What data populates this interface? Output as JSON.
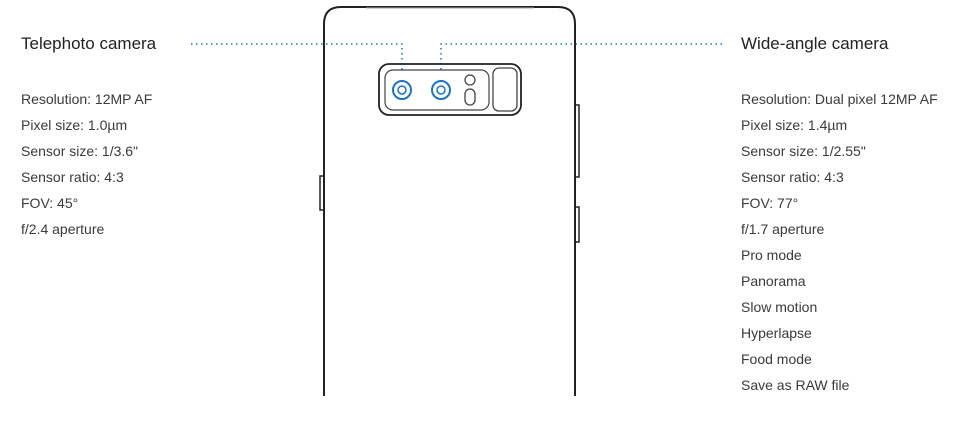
{
  "telephoto": {
    "title": "Telephoto camera",
    "specs": [
      "Resolution: 12MP AF",
      "Pixel size: 1.0µm",
      "Sensor size: 1/3.6\"",
      "Sensor ratio: 4:3",
      "FOV: 45°",
      "f/2.4 aperture"
    ]
  },
  "wide": {
    "title": "Wide-angle camera",
    "specs": [
      "Resolution: Dual pixel 12MP AF",
      "Pixel size: 1.4µm",
      "Sensor size: 1/2.55\"",
      "Sensor ratio: 4:3",
      "FOV: 77°",
      "f/1.7 aperture",
      "Pro mode",
      "Panorama",
      "Slow motion",
      "Hyperlapse",
      "Food mode",
      "Save as RAW file"
    ]
  },
  "colors": {
    "lens_accent": "#1a74c4",
    "outline": "#222222",
    "leader": "#1a74c4"
  }
}
